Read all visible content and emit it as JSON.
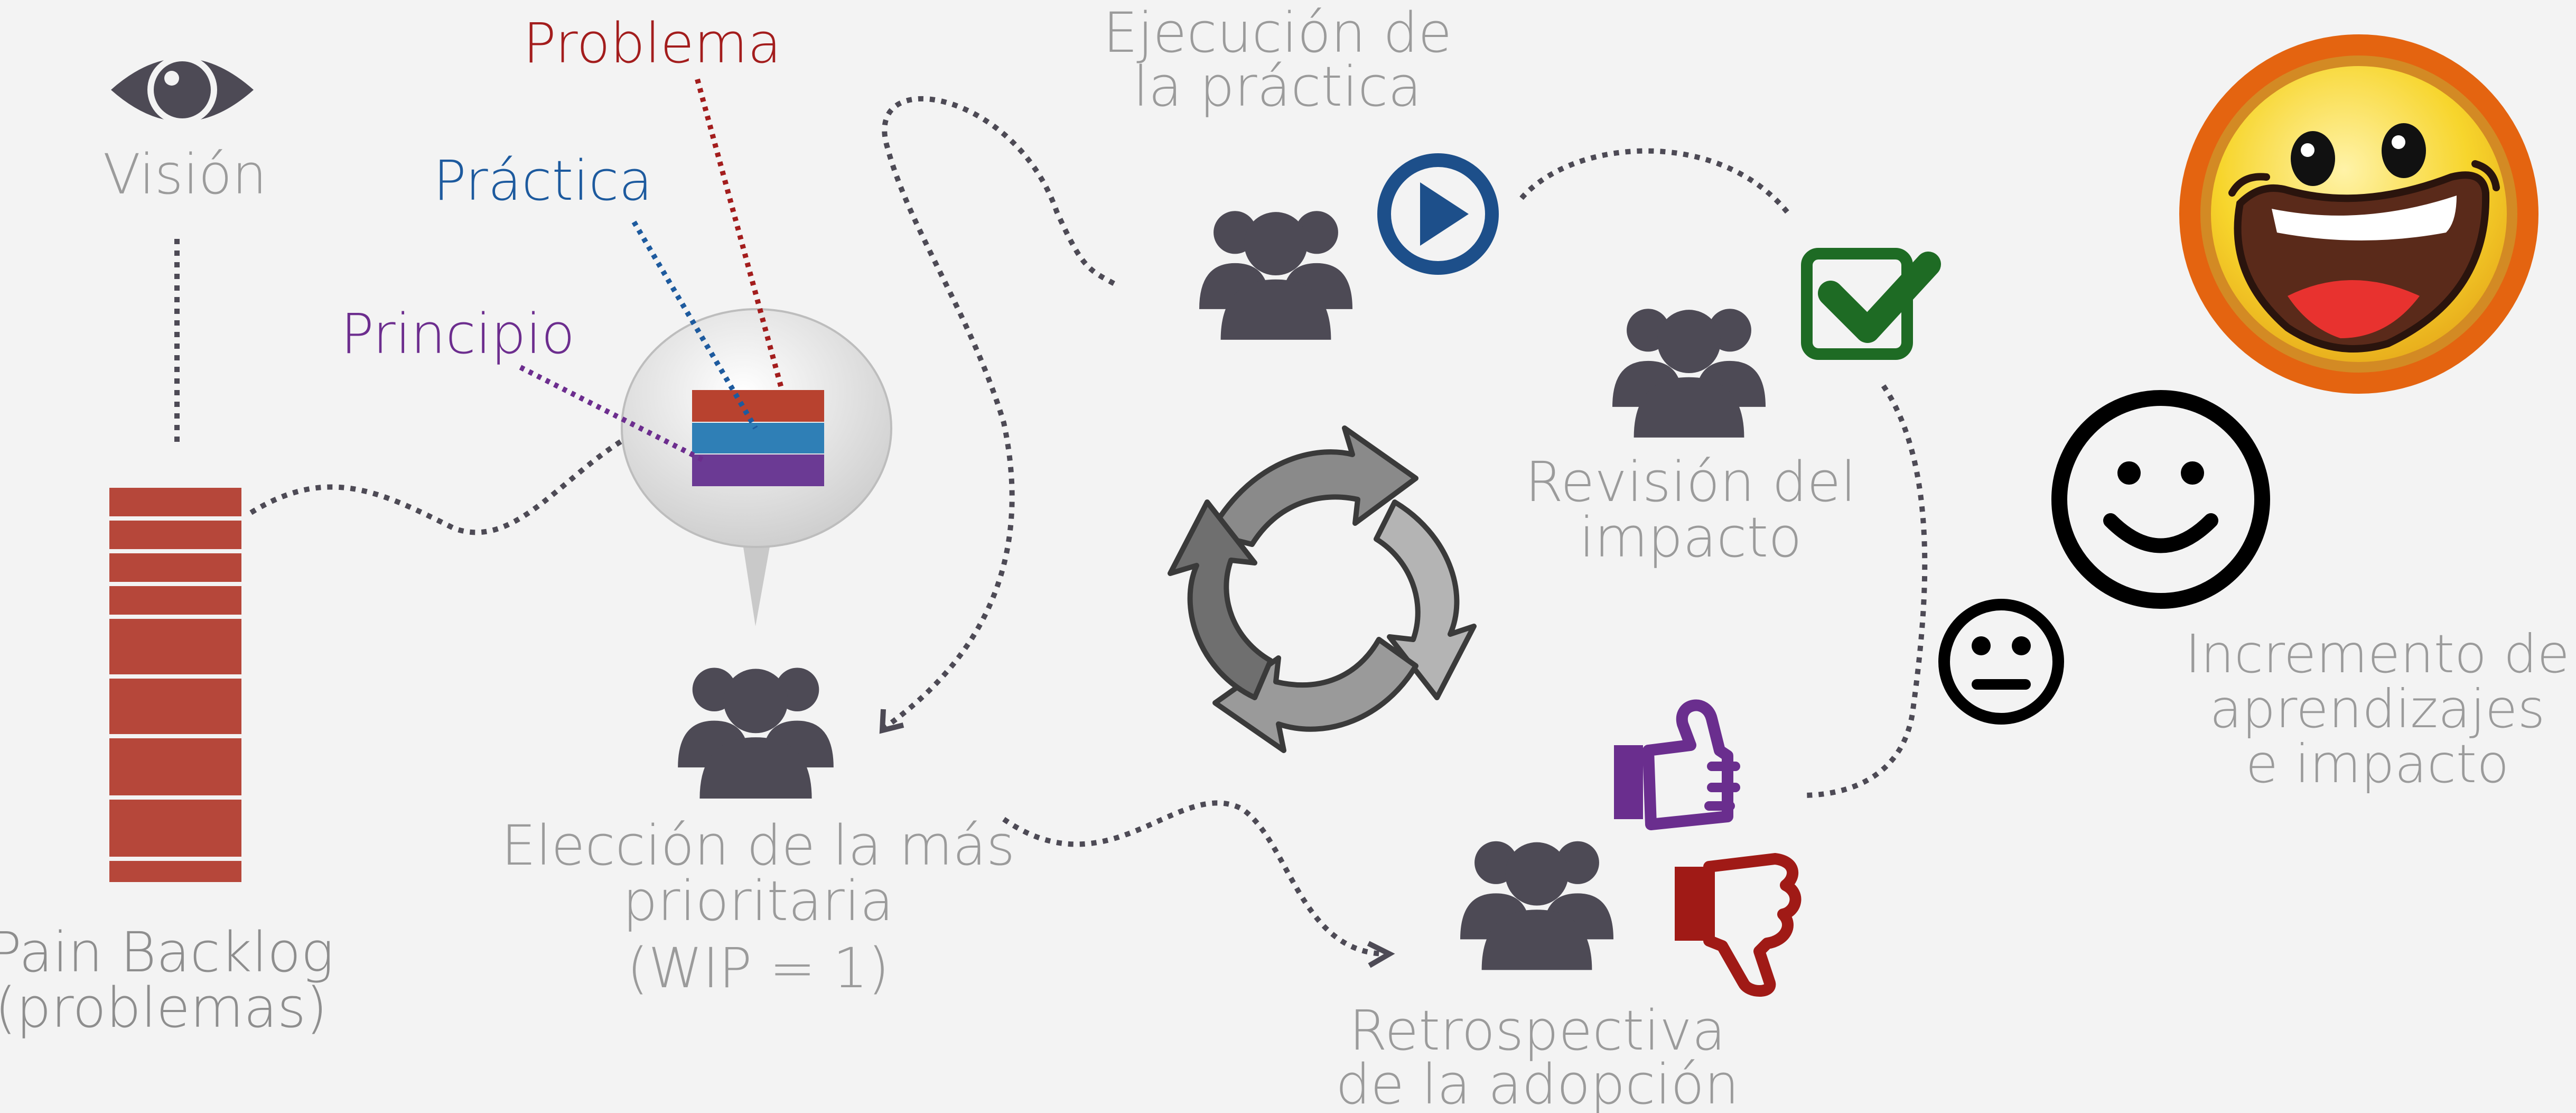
{
  "labels": {
    "vision": "Visión",
    "backlog_line1": "Pain Backlog",
    "backlog_line2": "(problemas)",
    "problema": "Problema",
    "practica": "Práctica",
    "principio": "Principio",
    "eleccion_line1": "Elección de la más",
    "eleccion_line2": "prioritaria",
    "eleccion_line3": "(WIP = 1)",
    "ejecucion_line1": "Ejecución de",
    "ejecucion_line2": "la práctica",
    "revision_line1": "Revisión del",
    "revision_line2": "impacto",
    "retro_line1": "Retrospectiva",
    "retro_line2": "de la adopción",
    "incremento_line1": "Incremento de",
    "incremento_line2": "aprendizajes",
    "incremento_line3": "e impacto"
  },
  "colors": {
    "background": "#f3f3f3",
    "label_gray": "#9b9b9b",
    "problema": "#a31d1d",
    "practica": "#1d5a9e",
    "principio": "#6c2d8e",
    "people_icon": "#4d4a55",
    "play_icon": "#1d4f8a",
    "check_icon": "#1e6b24",
    "thumbs_up": "#6a2e8e",
    "thumbs_down": "#a01a16",
    "brick": "#b6473a",
    "smiley_outer": "#e46410",
    "smiley_face": "#f2cf2a"
  },
  "icons": [
    "eye-icon",
    "brick-wall-icon",
    "speech-bubble-icon",
    "people-icon",
    "play-icon",
    "checkmark-icon",
    "cycle-arrows-icon",
    "thumbs-up-icon",
    "thumbs-down-icon",
    "neutral-face-icon",
    "smiley-face-icon",
    "laughing-face-icon"
  ]
}
